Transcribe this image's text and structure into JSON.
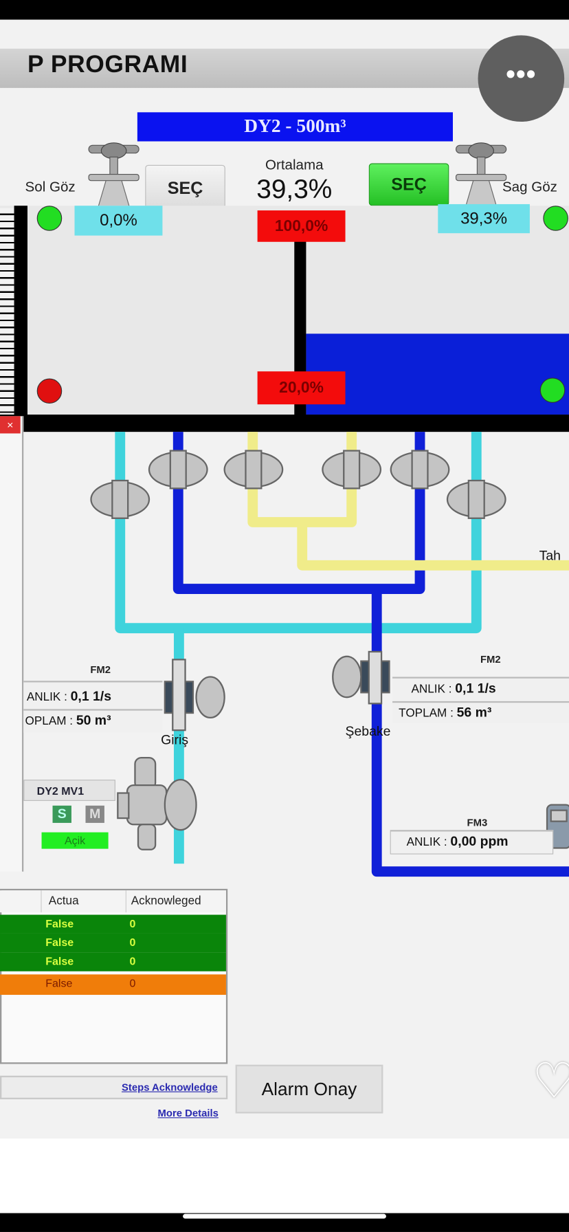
{
  "header": {
    "title": "P PROGRAMI",
    "more_icon": "ellipsis-icon",
    "more_label": "•••"
  },
  "tank": {
    "name": "DY2 - 500m³",
    "left": {
      "label": "Sol Göz",
      "select_label": "SEÇ",
      "level": "0,0%",
      "status_top": "#22dd22",
      "status_bottom": "#e01010"
    },
    "right": {
      "label": "Sag Göz",
      "select_label": "SEÇ",
      "level": "39,3%",
      "status_top": "#22dd22",
      "status_bottom": "#22dd22"
    },
    "average_label": "Ortalama",
    "average_value": "39,3%",
    "high_setpoint": "100,0%",
    "low_setpoint": "20,0%",
    "right_fill_fraction": 0.393
  },
  "side_panel": {
    "close_label": "×"
  },
  "pipes": {
    "right_label": "Tah",
    "inlet_label": "Giriş",
    "mains_label": "Şebake"
  },
  "flowmeters": {
    "left": {
      "title": "FM2",
      "instant_label": "ANLIK :",
      "instant_value": "0,1 1/s",
      "total_label": "OPLAM :",
      "total_value": "50 m³"
    },
    "right": {
      "title": "FM2",
      "instant_label": "ANLIK :",
      "instant_value": "0,1 1/s",
      "total_label": "TOPLAM :",
      "total_value": "56 m³"
    },
    "fm3": {
      "title": "FM3",
      "instant_label": "ANLIK :",
      "instant_value": "0,00 ppm"
    }
  },
  "pump": {
    "name": "DY2 MV1",
    "s_label": "S",
    "m_label": "M",
    "status": "Açik"
  },
  "alarms": {
    "columns": [
      "Actua",
      "Acknowleged"
    ],
    "rows": [
      {
        "actual": "False",
        "ack": "0",
        "color": "#0a850a"
      },
      {
        "actual": "False",
        "ack": "0",
        "color": "#0a850a"
      },
      {
        "actual": "False",
        "ack": "0",
        "color": "#0a850a"
      },
      {
        "actual": "False",
        "ack": "0",
        "color": "#f07d0a"
      }
    ],
    "ack_link": "Steps Acknowledge",
    "more_link": "More Details",
    "confirm_button": "Alarm Onay"
  },
  "colors": {
    "cyan_pipe": "#3fd3dc",
    "blue_pipe": "#1020d8",
    "yellow_pipe": "#f0ec8a"
  }
}
